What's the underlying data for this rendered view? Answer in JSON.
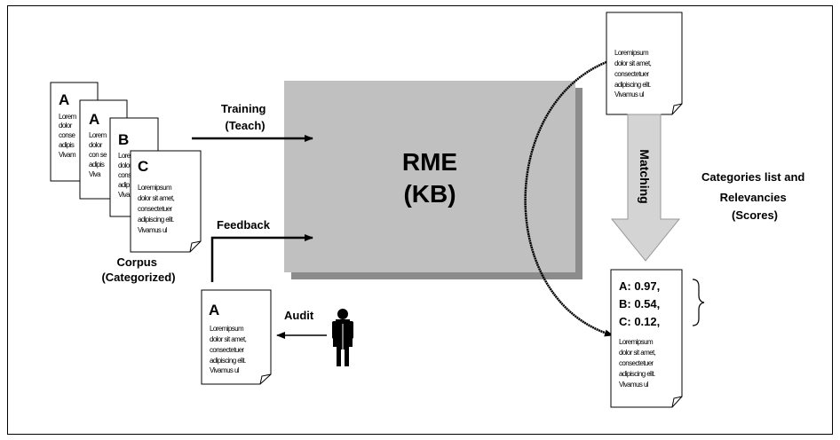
{
  "doc_text": {
    "line1": "Loremipsum",
    "line2": "dolor sit amet,",
    "line3": "consectetuer",
    "line4": "adipiscing elit.",
    "line5": "Vivamus ul"
  },
  "corpus": {
    "doc_a1_letter": "A",
    "doc_a2_letter": "A",
    "doc_b_letter": "B",
    "doc_c_letter": "C",
    "frag_a1": [
      "Lorem",
      "dolor",
      "conse",
      "adipis",
      "Vivam"
    ],
    "frag_a2": [
      "Lorem",
      "dolor",
      "con se",
      "adipis",
      "Viva"
    ],
    "frag_b": [
      "Lore",
      "dolor",
      "conse",
      "adip",
      "Viva"
    ],
    "label_line1": "Corpus",
    "label_line2": "(Categorized)"
  },
  "training": {
    "line1": "Training",
    "line2": "(Teach)"
  },
  "feedback": {
    "label": "Feedback"
  },
  "rme": {
    "line1": "RME",
    "line2": "(KB)"
  },
  "audit": {
    "label": "Audit",
    "doc_letter": "A"
  },
  "matching": {
    "label": "Matching"
  },
  "categories": {
    "line1": "Categories list and",
    "line2": "Relevancies",
    "line3": "(Scores)"
  },
  "scores": [
    {
      "label": "A: 0.97,"
    },
    {
      "label": "B: 0.54,"
    },
    {
      "label": "C: 0.12,"
    }
  ],
  "colors": {
    "rme_box": "#c0c0c0",
    "rme_shadow": "#8c8c8c",
    "arrow_fill": "#d4d4d4",
    "ink": "#000000"
  }
}
